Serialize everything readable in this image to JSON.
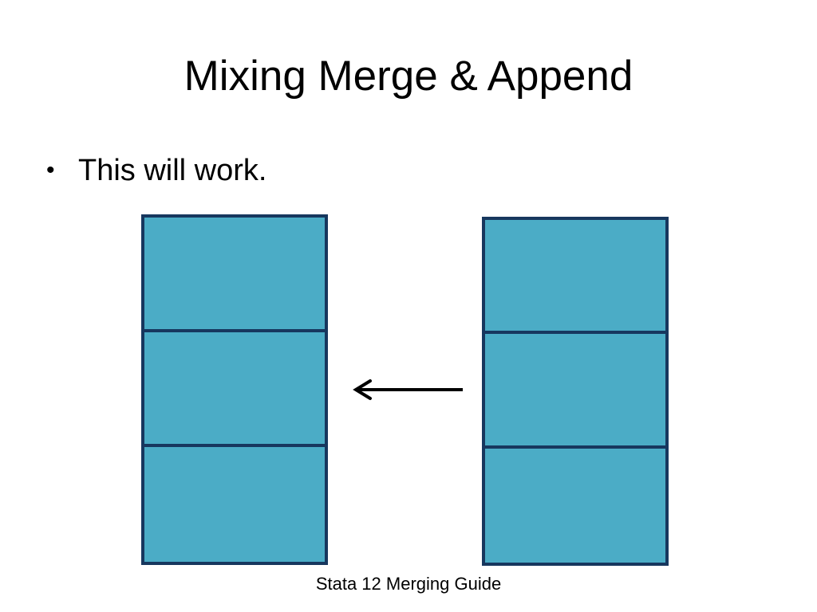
{
  "slide": {
    "title": "Mixing Merge & Append",
    "bullets": [
      {
        "marker": "•",
        "text": "This will work."
      }
    ],
    "footer": "Stata 12 Merging Guide"
  },
  "colors": {
    "block_fill": "#4bacc6",
    "block_border": "#17375e",
    "arrow": "#000000"
  },
  "diagram": {
    "left_block_rows": 3,
    "right_block_rows": 3,
    "arrow_direction": "left"
  }
}
